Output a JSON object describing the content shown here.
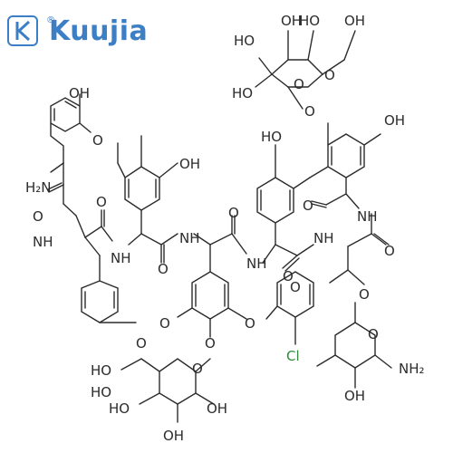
{
  "brand": {
    "name": "Kuujia",
    "registered_mark": "®",
    "color": "#3d7fc4",
    "icon": "kuujia-logo-icon"
  },
  "structure": {
    "atom_color": "#2b2b2b",
    "chlorine_color": "#2e8b3a",
    "labels": [
      "OH",
      "O",
      "OH",
      "H₂N",
      "O",
      "NH",
      "O",
      "NH",
      "O",
      "NH",
      "O",
      "NH",
      "O",
      "HO",
      "OH",
      "O",
      "O",
      "NH",
      "O",
      "NH",
      "O",
      "OH",
      "HO",
      "HO",
      "O",
      "O",
      "OH",
      "HO",
      "O",
      "O",
      "O",
      "Cl",
      "O",
      "O",
      "O",
      "HO",
      "O",
      "NH₂",
      "OH",
      "HO",
      "OH",
      "OH",
      "HO"
    ]
  }
}
